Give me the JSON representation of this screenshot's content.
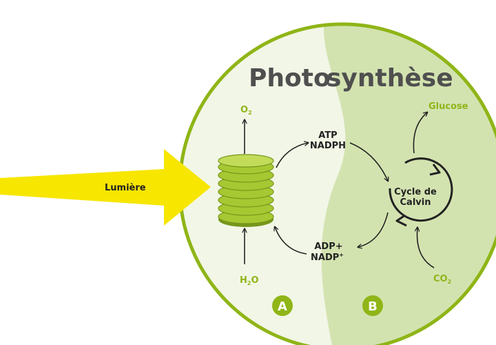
{
  "title": {
    "part1": "Photo",
    "part2": "synthèse"
  },
  "light": {
    "label": "Lumière"
  },
  "inputs_outputs": {
    "o2": {
      "main": "O",
      "sub": "2"
    },
    "h2o": {
      "main": "H",
      "sub": "2",
      "tail": "O"
    },
    "co2": {
      "main": "CO",
      "sub": "2"
    },
    "glucose": "Glucose"
  },
  "energy_carriers": {
    "atp": "ATP",
    "nadph": "NADPH",
    "adp": "ADP+",
    "nadp": {
      "main": "NADP",
      "sup": "+"
    }
  },
  "calvin": {
    "line1": "Cycle de",
    "line2": "Calvin"
  },
  "phases": {
    "a": "A",
    "b": "B"
  },
  "colors": {
    "light_phase_fill": "#f2f6e6",
    "dark_phase_fill": "#d3e3b0",
    "rim": "#8fb517",
    "thylakoid": "#a6c832",
    "thylakoid_dark": "#76961a",
    "sunlight": "#f7e600",
    "label_green": "#8fb517",
    "text_dark": "#222222",
    "title_gray": "#4f4f4f"
  }
}
